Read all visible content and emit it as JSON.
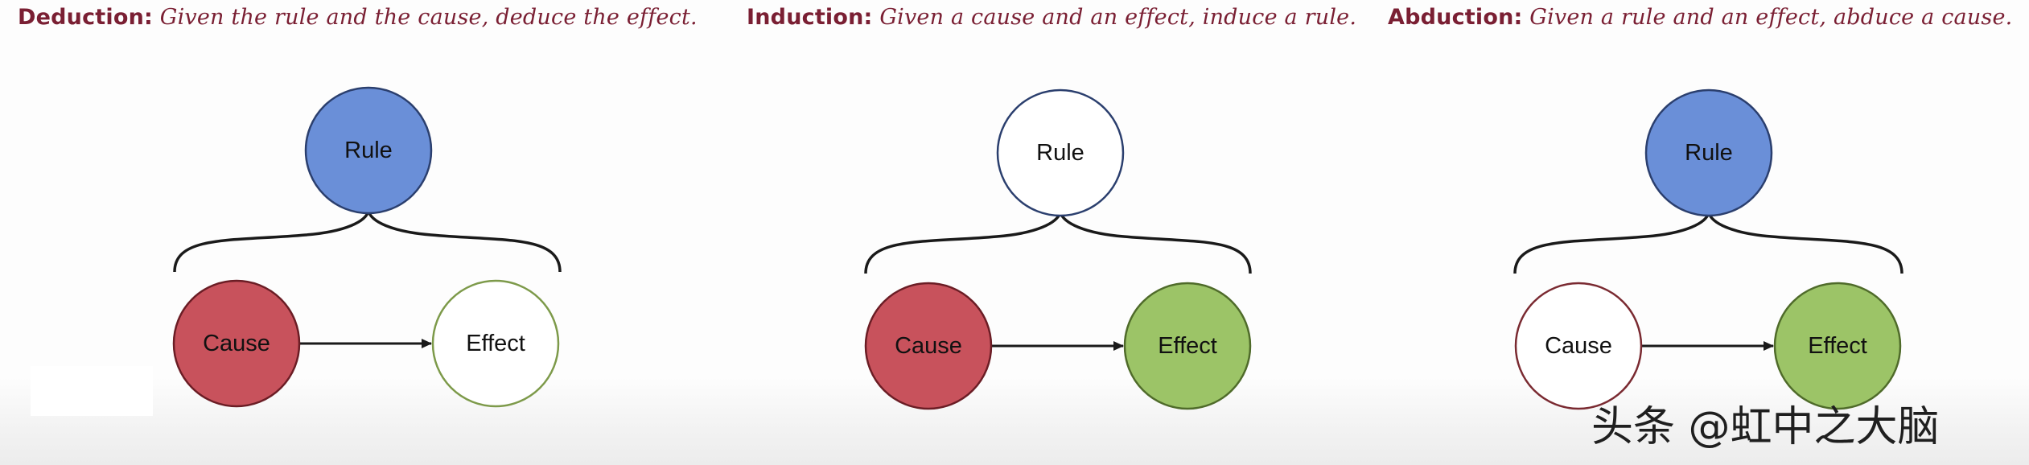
{
  "captions": [
    {
      "term": "Deduction:",
      "text": " Given the rule and the cause, deduce the effect."
    },
    {
      "term": "Induction:",
      "text": " Given a cause and an effect, induce a rule."
    },
    {
      "term": "Abduction:",
      "text": " Given a rule and an effect, abduce a cause."
    }
  ],
  "diagrams": [
    {
      "rule": {
        "label": "Rule",
        "fill": "#6a8fd8",
        "stroke": "#2b3f6e"
      },
      "cause": {
        "label": "Cause",
        "fill": "#c8525c",
        "stroke": "#6b1d25"
      },
      "effect": {
        "label": "Effect",
        "fill": "#ffffff",
        "stroke": "#7d9a4a"
      }
    },
    {
      "rule": {
        "label": "Rule",
        "fill": "#ffffff",
        "stroke": "#2b3f6e"
      },
      "cause": {
        "label": "Cause",
        "fill": "#c8525c",
        "stroke": "#6b1d25"
      },
      "effect": {
        "label": "Effect",
        "fill": "#9cc467",
        "stroke": "#4f6b2a"
      }
    },
    {
      "rule": {
        "label": "Rule",
        "fill": "#6a8fd8",
        "stroke": "#2b3f6e"
      },
      "cause": {
        "label": "Cause",
        "fill": "#ffffff",
        "stroke": "#7a2a31"
      },
      "effect": {
        "label": "Effect",
        "fill": "#9cc467",
        "stroke": "#4f6b2a"
      }
    }
  ],
  "watermark": "头条 @虹中之大脑",
  "colors": {
    "caption": "#7a1f33",
    "line": "#1a1a1a"
  }
}
